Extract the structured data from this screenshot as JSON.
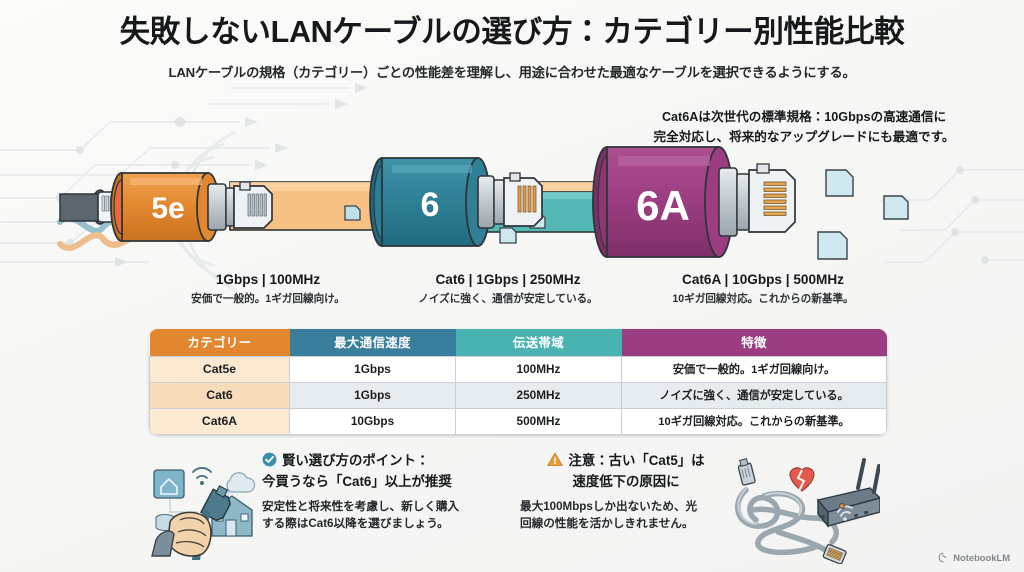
{
  "header": {
    "title": "失敗しないLANケーブルの選び方：カテゴリー別性能比較",
    "subtitle": "LANケーブルの規格（カテゴリー）ごとの性能差を理解し、用途に合わせた最適なケーブルを選択できるようにする。"
  },
  "annotation": {
    "line1": "Cat6Aは次世代の標準規格：10Gbpsの高速通信に",
    "line2": "完全対応し、将来的なアップグレードにも最適です。"
  },
  "illustration": {
    "connectors": [
      {
        "label": "5e",
        "color": "#e2872f",
        "body_color": "#f5b971"
      },
      {
        "label": "6",
        "color": "#2f7f96",
        "body_color": "#4bb3b2"
      },
      {
        "label": "6A",
        "color": "#9b3d80",
        "body_color": "#9b3d80"
      }
    ],
    "captions": [
      {
        "title": "1Gbps | 100MHz",
        "desc": "安価で一般的。1ギガ回線向け。"
      },
      {
        "title": "Cat6 | 1Gbps | 250MHz",
        "desc": "ノイズに強く、通信が安定している。"
      },
      {
        "title": "Cat6A | 10Gbps | 500MHz",
        "desc": "10ギガ回線対応。これからの新基準。"
      }
    ]
  },
  "table": {
    "headers": [
      "カテゴリー",
      "最大通信速度",
      "伝送帯域",
      "特徴"
    ],
    "header_colors": [
      "#e2872f",
      "#3a7e9e",
      "#49b3b2",
      "#9b3d80"
    ],
    "rows": [
      [
        "Cat5e",
        "1Gbps",
        "100MHz",
        "安価で一般的。1ギガ回線向け。"
      ],
      [
        "Cat6",
        "1Gbps",
        "250MHz",
        "ノイズに強く、通信が安定している。"
      ],
      [
        "Cat6A",
        "10Gbps",
        "500MHz",
        "10ギガ回線対応。これからの新基準。"
      ]
    ]
  },
  "callouts": {
    "good": {
      "icon": "check-circle-icon",
      "icon_color": "#3a8fa8",
      "head_line1": "賢い選び方のポイント：",
      "head_line2": "今買うなら「Cat6」以上が推奨",
      "body_line1": "安定性と将来性を考慮し、新しく購入",
      "body_line2": "する際はCat6以降を選びましょう。"
    },
    "bad": {
      "icon": "warning-triangle-icon",
      "icon_color": "#ee9b3a",
      "head_line1": "注意：古い「Cat5」は",
      "head_line2": "速度低下の原因に",
      "body_line1": "最大100Mbpsしか出ないため、光",
      "body_line2": "回線の性能を活かしきれません。"
    }
  },
  "watermark": {
    "label": "NotebookLM"
  }
}
